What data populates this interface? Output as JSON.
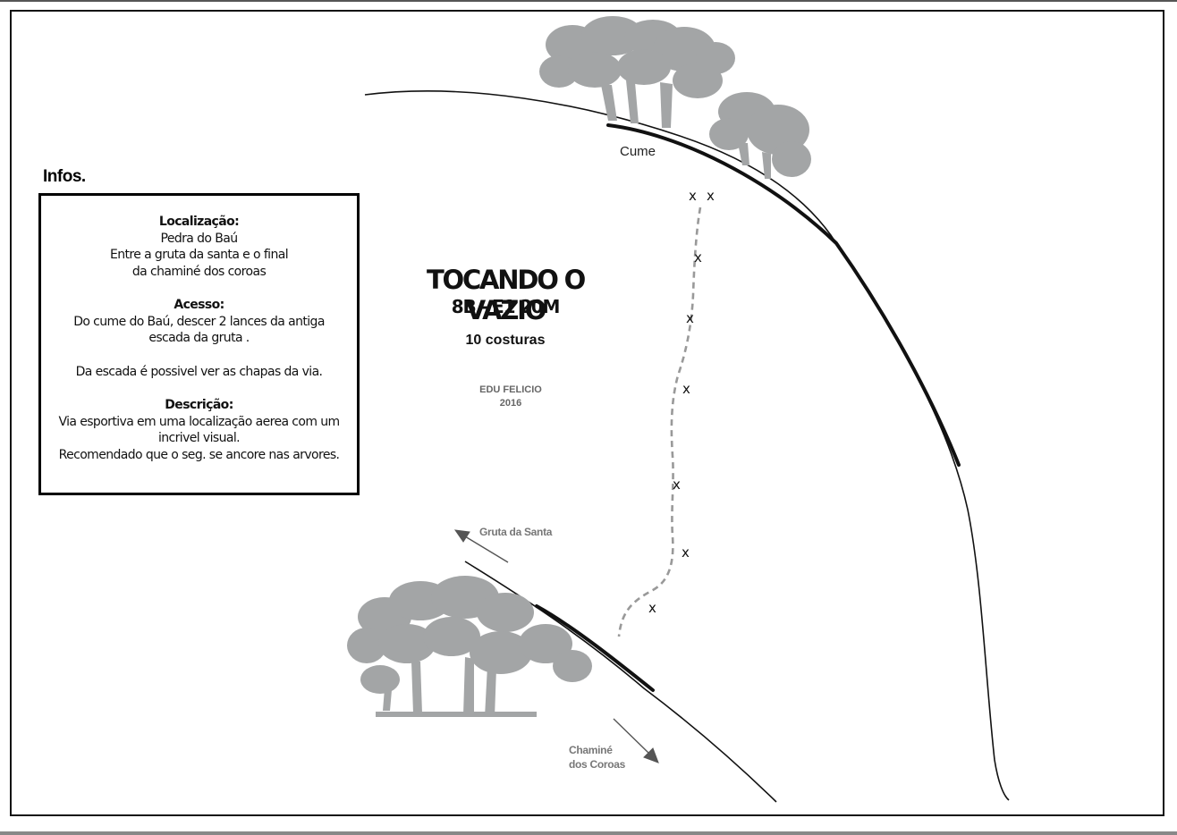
{
  "info_panel": {
    "title": "Infos.",
    "localizacao": {
      "heading": "Localização:",
      "lines": [
        "Pedra do Baú",
        "Entre a gruta da santa e o final",
        "da chaminé dos coroas"
      ]
    },
    "acesso": {
      "heading": "Acesso:",
      "lines": [
        "Do cume do Baú,  descer  2 lances da antiga",
        "escada da gruta ."
      ]
    },
    "escada_note": "Da escada é possivel ver as chapas da via.",
    "descricao": {
      "heading": "Descrição:",
      "lines": [
        "Via  esportiva em uma localização aerea com um",
        "incrivel visual.",
        "Recomendado que o seg. se ancore nas arvores."
      ]
    }
  },
  "route": {
    "name": "TOCANDO O VAZIO",
    "grade": "8B - E1 20M",
    "bolts": "10 costuras",
    "author": "EDU FELICIO",
    "year": "2016"
  },
  "topo_labels": {
    "summit": "Cume",
    "gruta": "Gruta da Santa",
    "chamine_line1": "Chaminé",
    "chamine_line2": "dos Coroas",
    "bolt_mark": "x"
  },
  "colors": {
    "tree": "#a3a5a6",
    "route_line": "#9a9a9a",
    "rock_edge": "#111111",
    "arrow": "#555555"
  }
}
